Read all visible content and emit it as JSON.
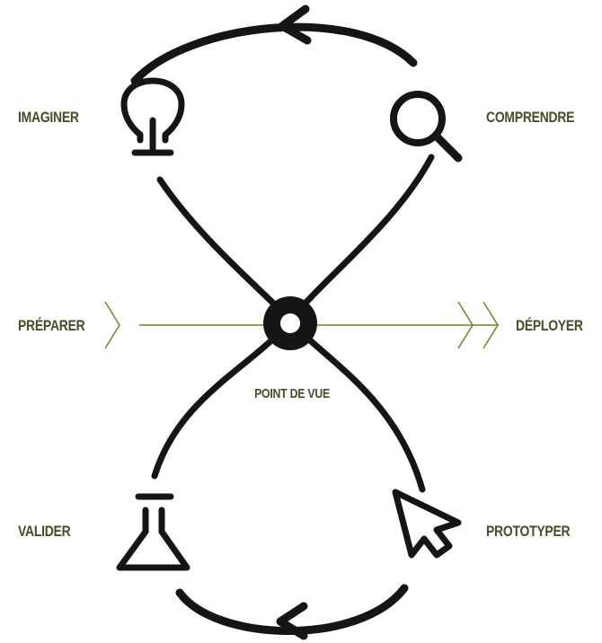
{
  "diagram": {
    "center_label": "POINT DE VUE",
    "stages": {
      "imaginer": "IMAGINER",
      "comprendre": "COMPRENDRE",
      "valider": "VALIDER",
      "prototyper": "PROTOTYPER"
    },
    "axis": {
      "left": "PRÉPARER",
      "right": "DÉPLOYER"
    },
    "colors": {
      "label_text": "#4a4a28",
      "accent_line": "#7a7e2a",
      "stroke": "#151515",
      "background": "#ffffff"
    },
    "icons": [
      "lightbulb-icon",
      "magnifier-icon",
      "flask-icon",
      "cursor-icon",
      "chevron-right-icon",
      "double-chevron-right-icon",
      "arrowhead-left-icon"
    ]
  }
}
